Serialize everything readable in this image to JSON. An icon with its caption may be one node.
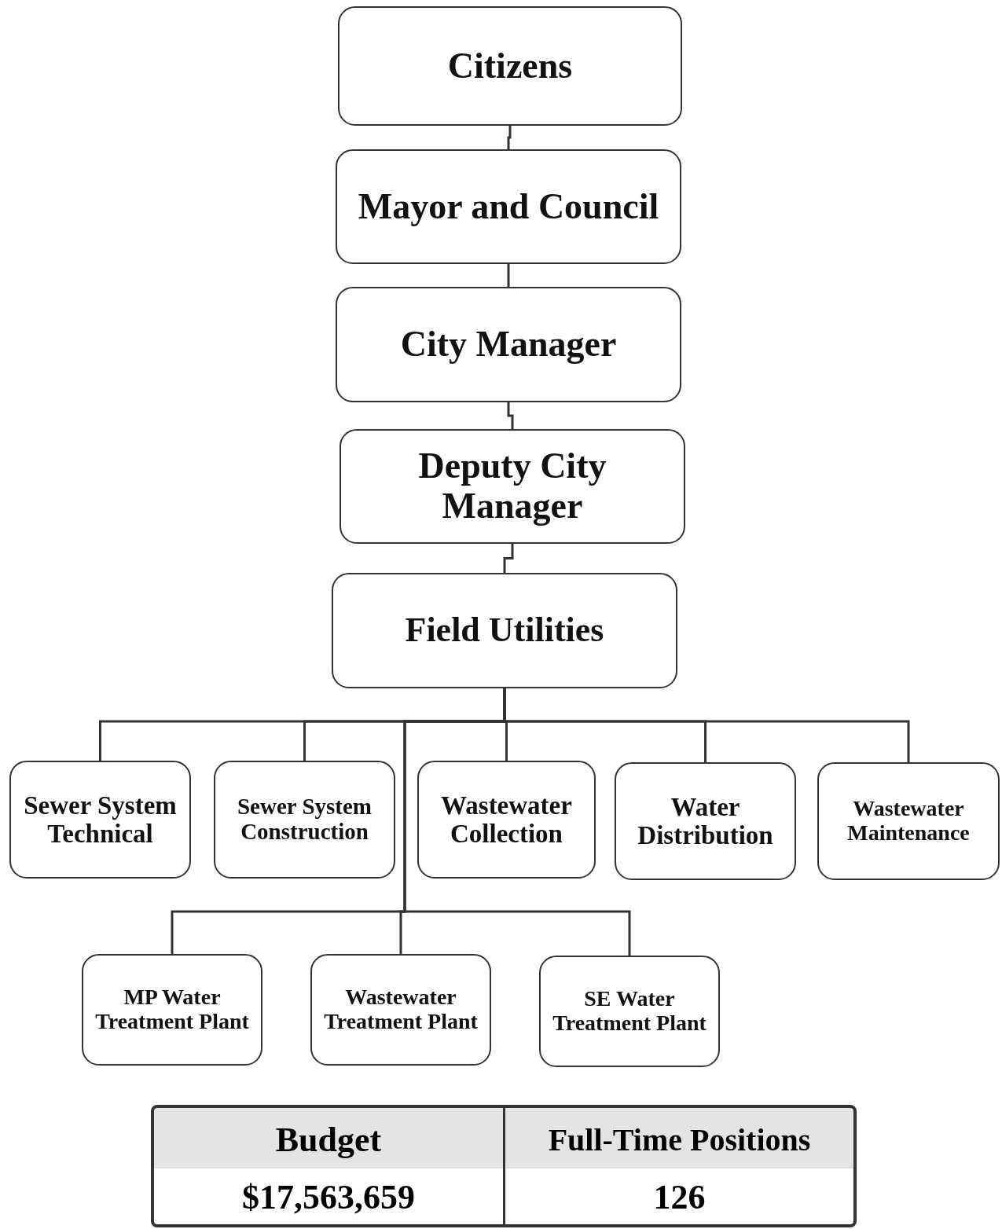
{
  "diagram": {
    "nodes": [
      {
        "text": [
          "Citizens"
        ]
      },
      {
        "text": [
          "Mayor and Council"
        ]
      },
      {
        "text": [
          "City Manager"
        ]
      },
      {
        "text": [
          "Deputy City Manager"
        ]
      },
      {
        "text": [
          "Field Utilities"
        ]
      },
      {
        "text": [
          "Sewer System Technical"
        ]
      },
      {
        "text": [
          "Sewer System Construction"
        ]
      },
      {
        "text": [
          "Wastewater Collection"
        ]
      },
      {
        "text": [
          "Water Distribution"
        ]
      },
      {
        "text": [
          "Wastewater Maintenance"
        ]
      },
      {
        "text": [
          "MP Water Treatment Plant"
        ]
      },
      {
        "text": [
          "Wastewater Treatment Plant"
        ]
      },
      {
        "text": [
          "SE Water Treatment Plant"
        ]
      }
    ],
    "edges": [
      {
        "from": 0,
        "to": 1,
        "arrow": "none"
      },
      {
        "from": 1,
        "to": 2,
        "arrow": "none"
      },
      {
        "from": 2,
        "to": 3,
        "arrow": "none"
      },
      {
        "from": 3,
        "to": 4,
        "arrow": "none"
      },
      {
        "from": 4,
        "to": 5,
        "arrow": "none"
      },
      {
        "from": 4,
        "to": 6,
        "arrow": "none"
      },
      {
        "from": 4,
        "to": 7,
        "arrow": "none"
      },
      {
        "from": 4,
        "to": 8,
        "arrow": "none"
      },
      {
        "from": 4,
        "to": 9,
        "arrow": "none"
      },
      {
        "from": 4,
        "to": 10,
        "arrow": "none"
      },
      {
        "from": 4,
        "to": 11,
        "arrow": "none"
      },
      {
        "from": 4,
        "to": 12,
        "arrow": "none"
      }
    ],
    "labels": [
      "Budget",
      "Full-Time Positions",
      "$17,563,659",
      "126"
    ]
  }
}
